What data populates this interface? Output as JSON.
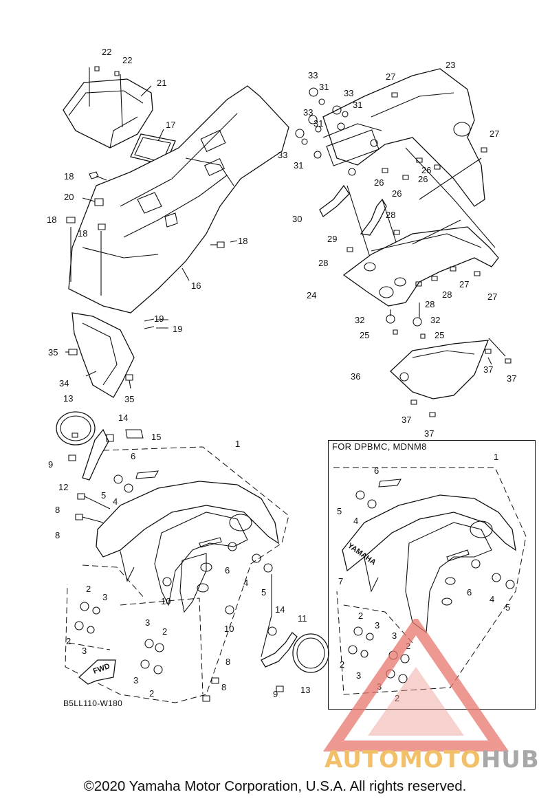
{
  "variant_note": "FOR DPBMC, MDNM8",
  "drawing_code": "B5LL110-W180",
  "fwd_label": "FWD",
  "fender_logo": "YAMAHA",
  "watermark": {
    "part1": "AUTO",
    "part2": "MOTO",
    "part3": "HUB"
  },
  "copyright": "©2020 Yamaha Motor Corporation, U.S.A. All rights reserved.",
  "callouts": {
    "c22a": "22",
    "c22b": "22",
    "c21": "21",
    "c17": "17",
    "c18a": "18",
    "c20": "20",
    "c18b": "18",
    "c18c": "18",
    "c18d": "18",
    "c16": "16",
    "c19a": "19",
    "c19b": "19",
    "c35a": "35",
    "c34": "34",
    "c35b": "35",
    "c23": "23",
    "c27a": "27",
    "c33a": "33",
    "c31a": "31",
    "c33b": "33",
    "c31b": "31",
    "c33c": "33",
    "c31c": "31",
    "c33d": "33",
    "c31d": "31",
    "c27b": "27",
    "c26a": "26",
    "c26b": "26",
    "c26c": "26",
    "c26d": "26",
    "c30": "30",
    "c28a": "28",
    "c29": "29",
    "c28b": "28",
    "c24": "24",
    "c28c": "28",
    "c28d": "28",
    "c27c": "27",
    "c27d": "27",
    "c32a": "32",
    "c32b": "32",
    "c25a": "25",
    "c25b": "25",
    "c36": "36",
    "c37a": "37",
    "c37b": "37",
    "c37c": "37",
    "c37d": "37",
    "c13a": "13",
    "c14a": "14",
    "c15": "15",
    "c9a": "9",
    "c12": "12",
    "c6a": "6",
    "c1a": "1",
    "c5a": "5",
    "c4a": "4",
    "c8a": "8",
    "c8b": "8",
    "c6b": "6",
    "c4b": "4",
    "c5b": "5",
    "c10a": "10",
    "c10b": "10",
    "c2a": "2",
    "c3a": "3",
    "c2b": "2",
    "c3b": "3",
    "c3c": "3",
    "c2c": "2",
    "c3d": "3",
    "c2d": "2",
    "c14b": "14",
    "c11": "11",
    "c8c": "8",
    "c8d": "8",
    "c9b": "9",
    "c13b": "13",
    "c1b": "1",
    "c6c": "6",
    "c5c": "5",
    "c4c": "4",
    "c7": "7",
    "c6d": "6",
    "c4d": "4",
    "c5d": "5",
    "c2e": "2",
    "c3e": "3",
    "c2f": "2",
    "c3f": "3",
    "c3g": "3",
    "c2g": "2",
    "c3h": "3",
    "c2h": "2"
  }
}
